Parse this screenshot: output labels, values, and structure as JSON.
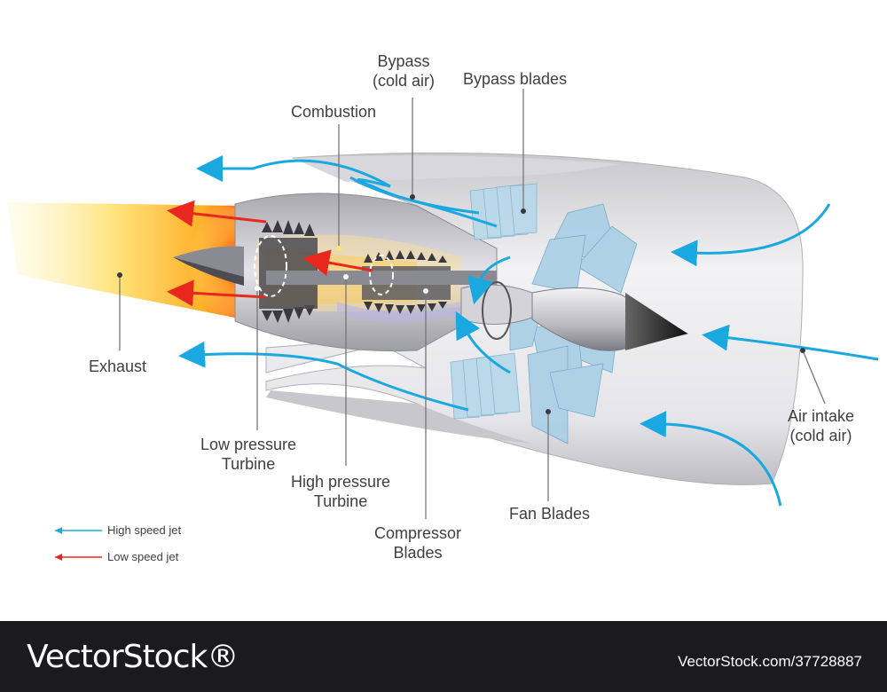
{
  "labels": {
    "bypass_l1": "Bypass",
    "bypass_l2": "(cold air)",
    "bypass_blades": "Bypass blades",
    "combustion": "Combustion",
    "exhaust": "Exhaust",
    "air_intake_l1": "Air intake",
    "air_intake_l2": "(cold air)",
    "low_pressure_l1": "Low pressure",
    "low_pressure_l2": "Turbine",
    "high_pressure_l1": "High pressure",
    "high_pressure_l2": "Turbine",
    "compressor_l1": "Compressor",
    "compressor_l2": "Blades",
    "fan_blades": "Fan Blades"
  },
  "legend": {
    "high_speed": "High speed jet",
    "low_speed": "Low speed jet"
  },
  "colors": {
    "high_speed_jet": "#1aa8e0",
    "low_speed_jet": "#e8281e"
  },
  "footer": {
    "brand": "VectorStock®",
    "image_id": "VectorStock.com/37728887"
  }
}
